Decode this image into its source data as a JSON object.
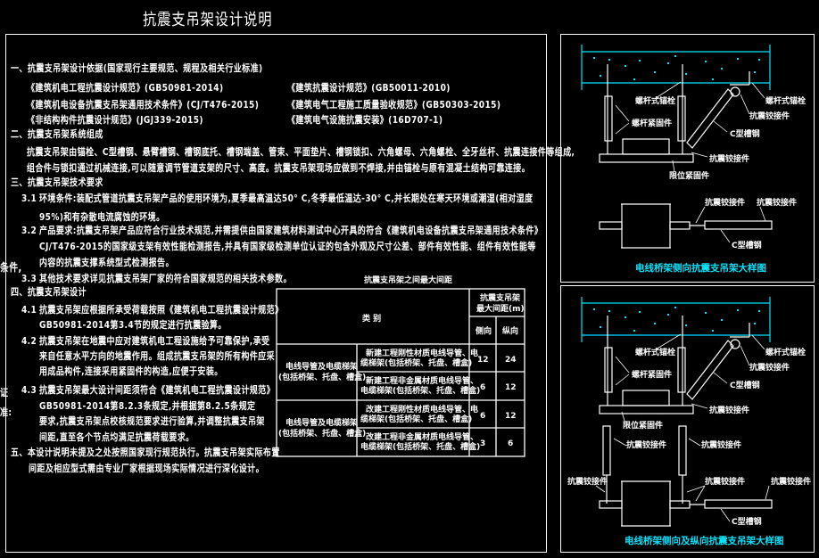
{
  "title": "抗震支吊架设计说明",
  "left_fragments": [
    "条件,",
    "证",
    "准:"
  ],
  "notes": {
    "s1": {
      "heading": "一、抗震支吊架设计依据(国家现行主要规范、规程及相关行业标准)",
      "refs": [
        "《建筑机电工程抗震设计规范》(GB50981-2014)",
        "《建筑机电设备抗震支吊架通用技术条件》(CJ/T476-2015)",
        "《非结构构件抗震设计规范》(JGJ339-2015)",
        "《建筑抗震设计规范》(GB50011-2010)",
        "《建筑电气工程施工质量验收规范》(GB50303-2015)",
        "《建筑电气设施抗震安装》(16D707-1)"
      ]
    },
    "s2": {
      "heading": "二、抗震支吊架系统组成",
      "lines": [
        "抗震支吊架由锚栓、C型槽钢、悬臂槽钢、槽钢底托、槽钢端盖、管束、平面垫片、槽钢锁扣、六角螺母、六角螺栓、全牙丝杆、抗震连接件等组成,",
        "组合件与锁扣通过机械连接,可以随意调节管道支架的尺寸、高度。抗震支吊架现场应做到不焊接,并由锚栓与原有混凝土结构可靠连接。"
      ]
    },
    "s3": {
      "heading": "三、抗震支吊架技术要求",
      "items": [
        {
          "num": "3.1",
          "lines": [
            "环境条件:装配式管道抗震支吊架产品的使用环境为,夏季最高温达50° C,冬季最低温达-30° C,并长期处在寒天环境或潮湿(相对湿度",
            "95%)和有杂散电流腐蚀的环境。"
          ]
        },
        {
          "num": "3.2",
          "lines": [
            "产品要求:抗震支吊架产品应符合行业技术规范,并需提供由国家建筑材料测试中心开具的符合《建筑机电设备抗震支吊架通用技术条件》",
            "CJ/T476-2015的国家级支架有效性能检测报告,并具有国家级检测单位认证的包含外观及尺寸公差、部件有效性能、组件有效性能等",
            "内容的抗震支撑系统型式检测报告。"
          ]
        },
        {
          "num": "3.3",
          "lines": [
            "其他技术要求详见抗震支吊架厂家的符合国家规范的相关技术参数。"
          ]
        }
      ]
    },
    "s4": {
      "heading": "四、抗震支吊架设计",
      "items": [
        {
          "num": "4.1",
          "lines": [
            "抗震支吊架应根据所承受荷载按照《建筑机电工程抗震设计规范》",
            "GB50981-2014第3.4节的规定进行抗震验算。"
          ]
        },
        {
          "num": "4.2",
          "lines": [
            "抗震支吊架在地震中应对建筑机电工程设施给予可靠保护,承受",
            "来自任意水平方向的地震作用。组成抗震支吊架的所有构件应采",
            "用成品构件,连接采用紧固件的构造,应便于安装。"
          ]
        },
        {
          "num": "4.3",
          "lines": [
            "抗震支吊架最大设计间距须符合《建筑机电工程抗震设计规范》",
            "GB50981-2014第8.2.3条规定,并根据第8.2.5条规定",
            "要求,抗震支吊架点校核规范要求进行验算,并调整抗震支吊架",
            "间距,直至各个节点均满足抗震荷载要求。"
          ]
        }
      ]
    },
    "s5": {
      "lines": [
        "五、本设计说明未提及之处按照国家现行规范执行。抗震支吊架实际布置",
        "间距及相应型式需由专业厂家根据现场实际情况进行深化设计。"
      ]
    }
  },
  "table": {
    "title": "抗震支吊架之间最大间距",
    "category_header": "类 别",
    "spacing_header": [
      "抗震支吊架",
      "最大间距(m)"
    ],
    "sub_headers": [
      "侧向",
      "纵向"
    ],
    "groups": [
      {
        "label": [
          "电线导管及电缆梯架",
          "(包括桥架、托盘、槽盒)"
        ],
        "rows": [
          {
            "desc": [
              "新建工程刚性材质电线导管、电",
              "缆梯架(包括桥架、托盘、槽盒)"
            ],
            "lateral": "12",
            "longitudinal": "24"
          },
          {
            "desc": [
              "新建工程非金属材质电线导管、",
              "电缆梯架(包括桥架、托盘、槽盒)"
            ],
            "lateral": "6",
            "longitudinal": "12"
          }
        ]
      },
      {
        "label": [
          "电线导管及电缆梯架",
          "(包括桥架、托盘、槽盒)"
        ],
        "rows": [
          {
            "desc": [
              "改建工程刚性材质电线导管、电",
              "缆梯架(包括桥架、托盘、槽盒)"
            ],
            "lateral": "6",
            "longitudinal": "12"
          },
          {
            "desc": [
              "改建工程非金属材质电线导管、",
              "电缆梯架(包括桥架、托盘、槽盒)"
            ],
            "lateral": "3",
            "longitudinal": "6"
          }
        ]
      }
    ]
  },
  "diagram1": {
    "labels": {
      "anchor_left": "螺杆式锚栓",
      "rod_fastener": "螺杆紧固件",
      "anchor_right": "螺杆式锚栓",
      "hinge_top": "抗震铰接件",
      "channel": "C型槽钢",
      "hinge_bottom": "抗震铰接件",
      "limit_fastener": "限位紧固件"
    },
    "plan_labels": {
      "hinge_a": "抗震铰接件",
      "hinge_b": "抗震铰接件",
      "channel": "C型槽钢"
    },
    "caption": "电线桥架侧向抗震支吊架大样图"
  },
  "diagram2": {
    "labels": {
      "anchor_left": "螺杆式锚栓",
      "rod_fastener": "螺杆紧固件",
      "anchor_right": "螺杆式锚栓",
      "hinge_top": "抗震铰接件",
      "channel": "C型槽钢",
      "hinge_bottom": "抗震铰接件",
      "limit_fastener": "限位紧固件"
    },
    "plan_labels": {
      "hinge_a": "抗震铰接件",
      "hinge_b": "抗震铰接件",
      "hinge_c": "抗震铰接件",
      "hinge_d": "抗震铰接件",
      "hinge_e": "抗震铰接件",
      "channel": "C型槽钢"
    },
    "caption": "电线桥架侧向及纵向抗震支吊架大样图"
  },
  "colors": {
    "background": "#000000",
    "line": "#ffffff",
    "concrete": "#00e5ff",
    "caption": "#00e5ff"
  }
}
